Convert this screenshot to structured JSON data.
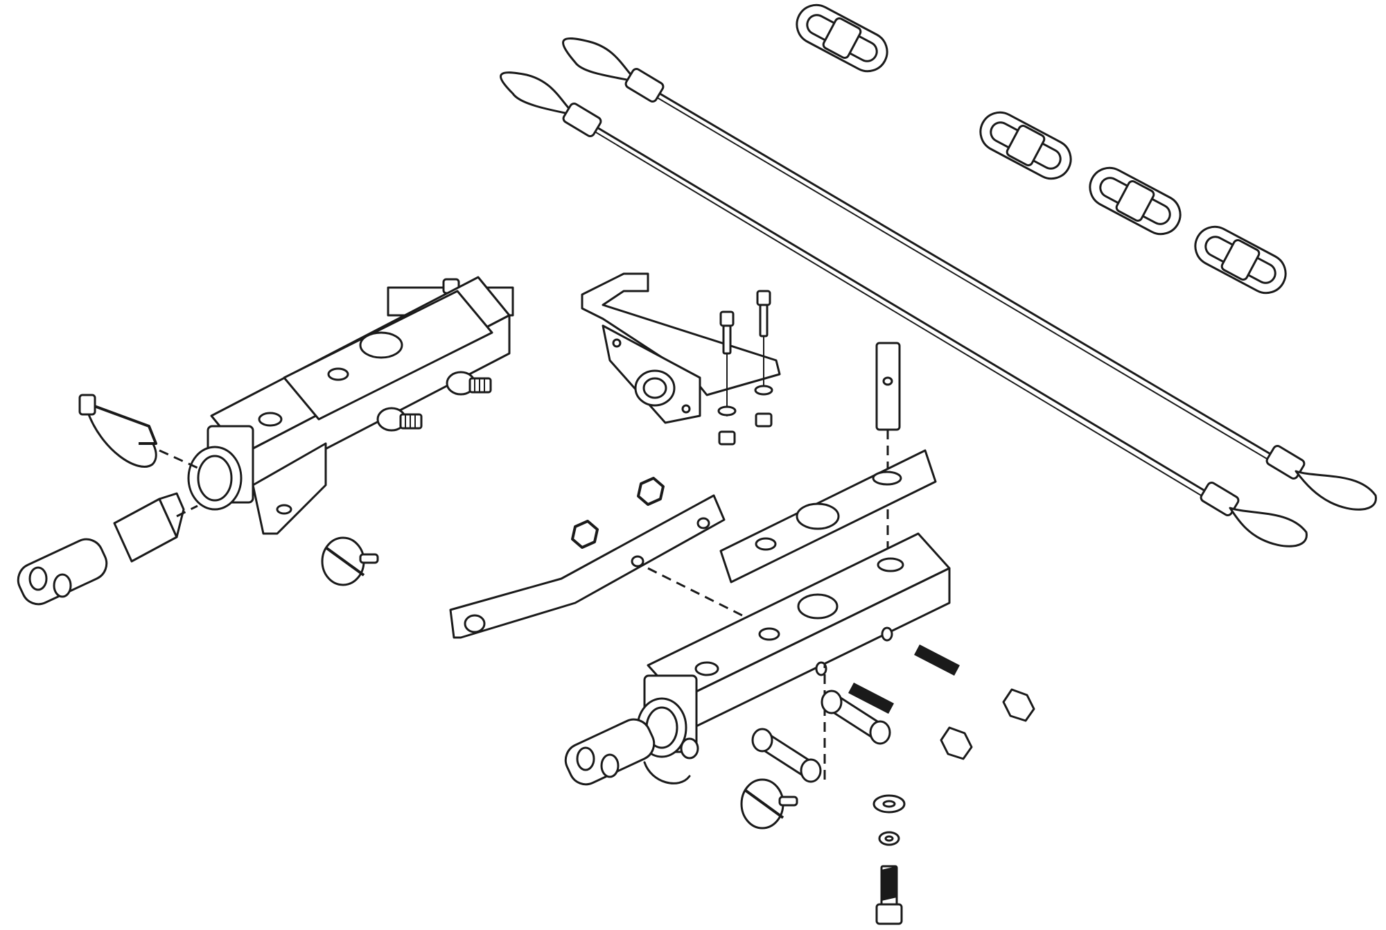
{
  "diagram": {
    "kind": "exploded-parts-view",
    "line_color": "#1a1a1a",
    "background": "#ffffff",
    "parts": [
      "quick-link-1",
      "quick-link-2",
      "quick-link-3",
      "quick-link-4",
      "safety-cable-1",
      "safety-cable-2",
      "left-tow-bar-leg",
      "left-clevis",
      "left-hitch-pin-clip",
      "left-linch-pin",
      "wiring-bracket",
      "bracket-bolt-1",
      "bracket-bolt-2",
      "spacer-tube",
      "right-tow-bar-leg",
      "mounting-plate",
      "cross-bar-arm",
      "right-clevis",
      "right-linch-pin",
      "long-bolt-1",
      "long-bolt-2",
      "spacer-sleeve-1",
      "spacer-sleeve-2",
      "washer",
      "lock-washer",
      "hex-bolt"
    ]
  }
}
